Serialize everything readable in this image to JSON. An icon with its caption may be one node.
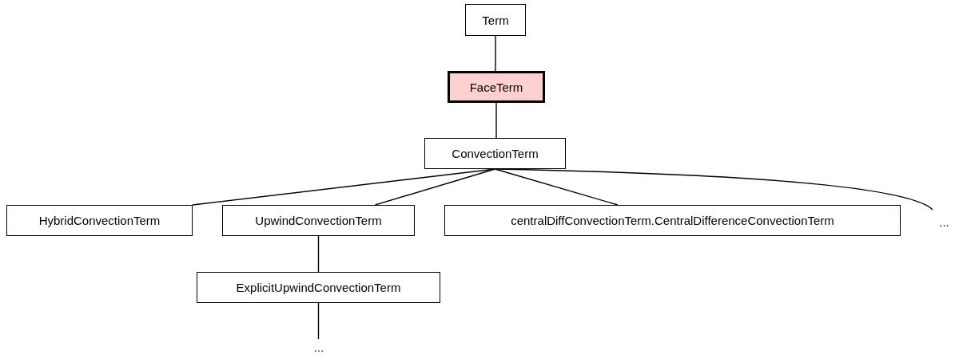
{
  "diagram": {
    "nodes": [
      {
        "text": [
          "Term"
        ]
      },
      {
        "text": [
          "FaceTerm"
        ]
      },
      {
        "text": [
          "ConvectionTerm"
        ]
      },
      {
        "text": [
          "HybridConvectionTerm"
        ]
      },
      {
        "text": [
          "UpwindConvectionTerm"
        ]
      },
      {
        "text": [
          "centralDiffConvectionTerm.CentralDifferenceConvectionTerm"
        ]
      },
      {
        "text": [
          "..."
        ]
      },
      {
        "text": [
          "ExplicitUpwindConvectionTerm"
        ]
      },
      {
        "text": [
          "..."
        ]
      }
    ],
    "edges": [
      {
        "from": 0,
        "to": 1,
        "arrow": "none"
      },
      {
        "from": 1,
        "to": 2,
        "arrow": "none"
      },
      {
        "from": 2,
        "to": 3,
        "arrow": "none"
      },
      {
        "from": 2,
        "to": 4,
        "arrow": "none"
      },
      {
        "from": 2,
        "to": 5,
        "arrow": "none"
      },
      {
        "from": 2,
        "to": 6,
        "arrow": "none"
      },
      {
        "from": 4,
        "to": 7,
        "arrow": "none"
      },
      {
        "from": 7,
        "to": 8,
        "arrow": "none"
      }
    ]
  }
}
